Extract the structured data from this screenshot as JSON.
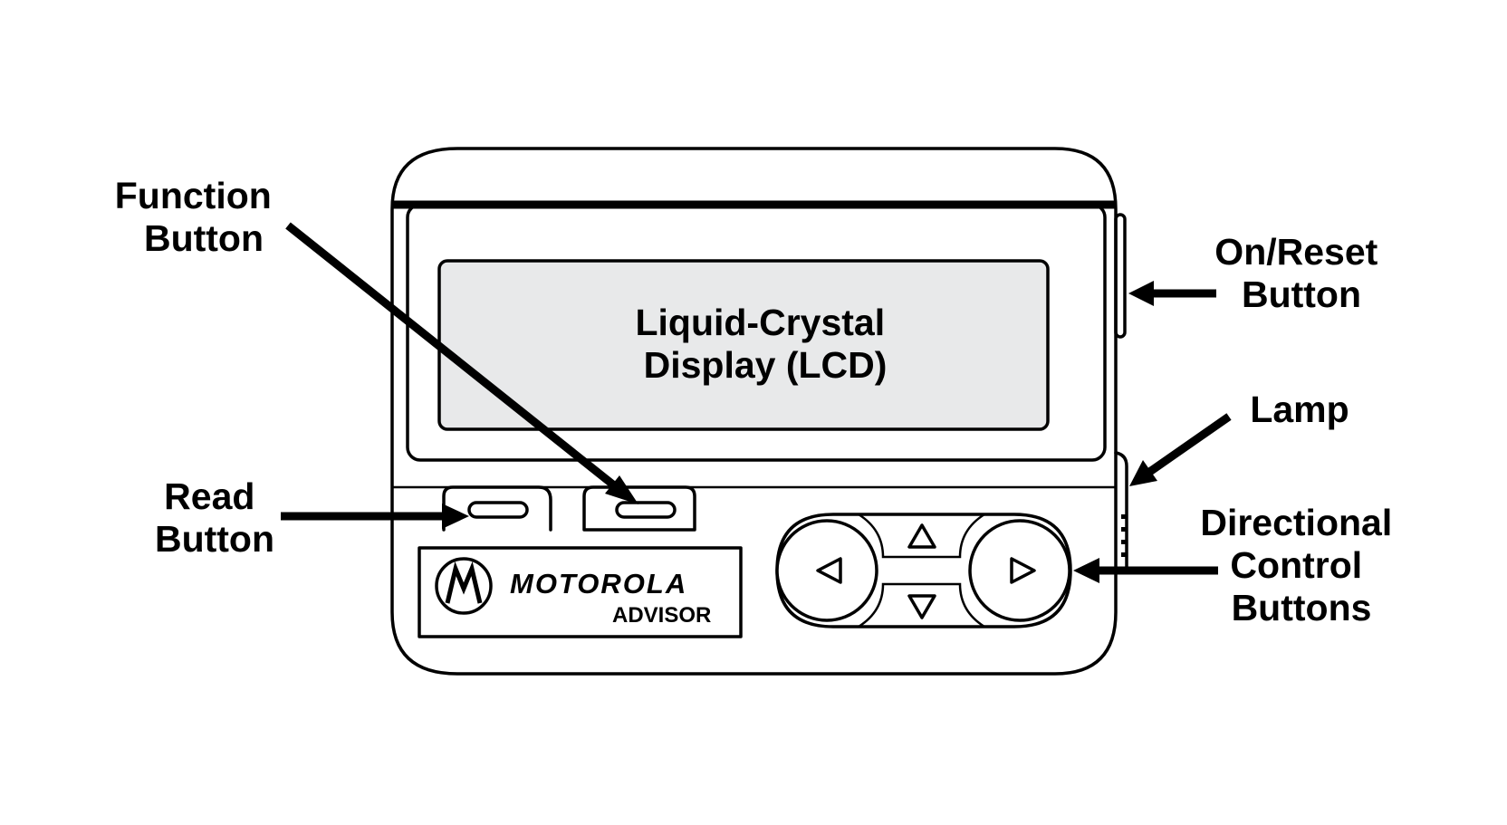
{
  "device": {
    "lcd_label": [
      "Liquid-Crystal",
      "Display (LCD)"
    ],
    "brand": "MOTOROLA",
    "model": "ADVISOR",
    "colors": {
      "outline": "#000000",
      "lcd_fill": "#e8e9ea",
      "background": "#ffffff"
    },
    "icons": {
      "logo": "motorola-batwing-logo",
      "left": "triangle-left-icon",
      "right": "triangle-right-icon",
      "up": "triangle-up-icon",
      "down": "triangle-down-icon"
    }
  },
  "callouts": {
    "function_button": [
      "Function",
      "Button"
    ],
    "read_button": [
      "Read",
      "Button"
    ],
    "on_reset_button": [
      "On/Reset",
      "Button"
    ],
    "lamp": [
      "Lamp"
    ],
    "directional_control_buttons": [
      "Directional",
      "Control",
      "Buttons"
    ]
  }
}
